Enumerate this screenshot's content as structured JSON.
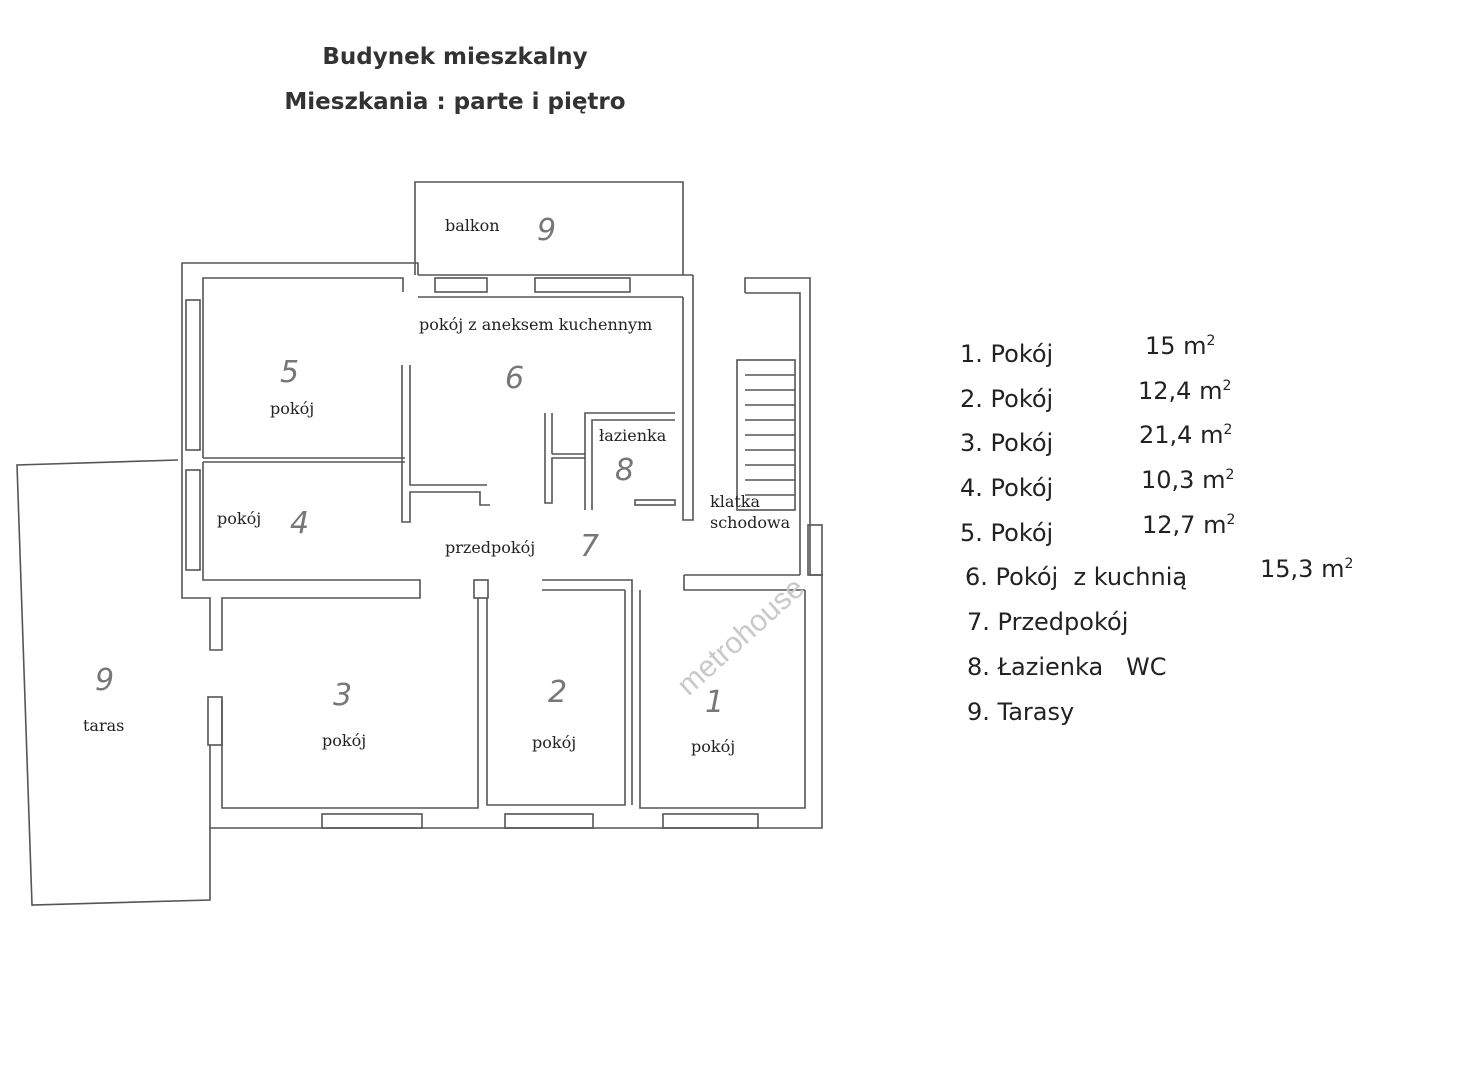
{
  "title": {
    "line1": "Budynek mieszkalny",
    "line2": "Mieszkania : parte i piętro"
  },
  "plan": {
    "labels": {
      "balkon": "balkon",
      "kitchen_room": "pokój z aneksem kuchennym",
      "room5": "pokój",
      "room4": "pokój",
      "bathroom": "łazienka",
      "stairwell_1": "klatka",
      "stairwell_2": "schodowa",
      "hall": "przedpokój",
      "terrace": "taras",
      "room3": "pokój",
      "room2": "pokój",
      "room1": "pokój"
    },
    "numbers": {
      "balkon": "9",
      "room5": "5",
      "room6": "6",
      "bathroom": "8",
      "room4": "4",
      "hall": "7",
      "terrace": "9",
      "room3": "3",
      "room2": "2",
      "room1": "1"
    }
  },
  "legend": [
    {
      "name": "1. Pokój",
      "area": "15 m",
      "sup": "2"
    },
    {
      "name": "2. Pokój",
      "area": "12,4 m",
      "sup": "2"
    },
    {
      "name": "3. Pokój",
      "area": "21,4 m",
      "sup": "2"
    },
    {
      "name": "4. Pokój",
      "area": "10,3 m",
      "sup": "2"
    },
    {
      "name": "5. Pokój",
      "area": "12,7 m",
      "sup": "2"
    },
    {
      "name": "6. Pokój  z kuchnią",
      "area": "15,3 m",
      "sup": "2"
    },
    {
      "name": "7. Przedpokój"
    },
    {
      "name": "8. Łazienka   WC"
    },
    {
      "name": "9. Tarasy"
    }
  ],
  "watermark": "metrohouse"
}
